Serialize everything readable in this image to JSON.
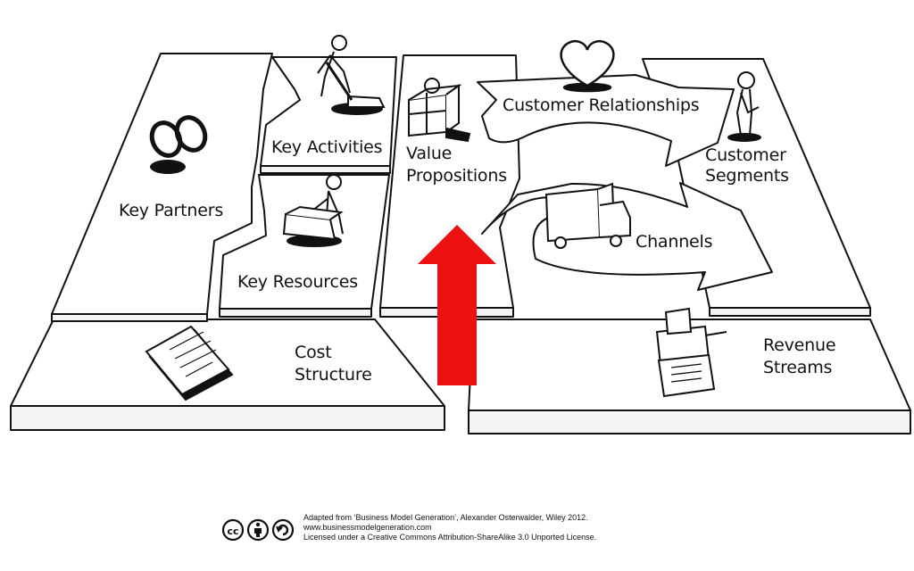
{
  "blocks": {
    "key_partners": "Key Partners",
    "key_activities": "Key Activities",
    "key_resources": "Key Resources",
    "value_propositions": [
      "Value",
      "Propositions"
    ],
    "customer_relationships": "Customer Relationships",
    "channels": "Channels",
    "customer_segments": [
      "Customer",
      "Segments"
    ],
    "cost_structure": [
      "Cost",
      "Structure"
    ],
    "revenue_streams": [
      "Revenue",
      "Streams"
    ]
  },
  "license_badge": {
    "cc": "cc"
  },
  "credit": {
    "line1": "Adapted from ‘Business Model Generation’, Alexander Osterwalder, Wiley 2012.",
    "line2": "www.businessmodelgeneration.com",
    "line3": "Licensed under a Creative Commons Attribution-ShareAlike 3.0 Unported License."
  },
  "colors": {
    "arrow": "#ee1111",
    "ink": "#111111",
    "side": "#f4f4f4"
  },
  "icons": [
    "chain-links-icon",
    "digging-person-icon",
    "person-with-boxes-icon",
    "gift-box-icon",
    "heart-icon",
    "standing-person-icon",
    "delivery-truck-icon",
    "document-stack-icon",
    "cash-register-icon",
    "creative-commons-icon",
    "attribution-icon",
    "sharealike-icon"
  ]
}
